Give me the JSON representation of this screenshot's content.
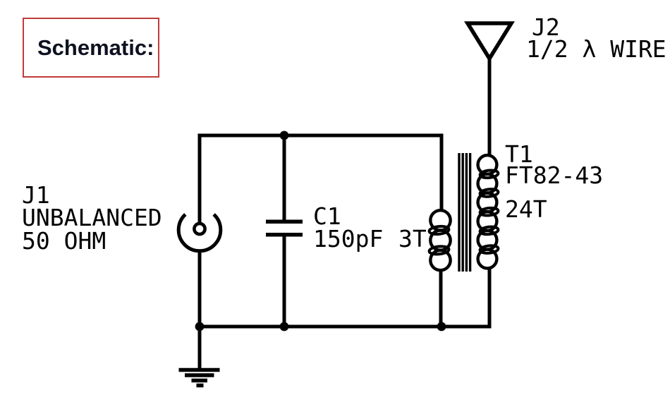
{
  "title": {
    "label": "Schematic:"
  },
  "colors": {
    "wire": "#000000",
    "box_border": "#c13b3b",
    "title_text": "#0d1120",
    "background": "#ffffff"
  },
  "components": {
    "j1": {
      "ref": "J1",
      "desc1": "UNBALANCED",
      "desc2": "50 OHM"
    },
    "c1": {
      "ref": "C1",
      "value": "150pF"
    },
    "t1": {
      "ref": "T1",
      "core": "FT82-43",
      "secondary_turns": "24T",
      "primary_turns": "3T"
    },
    "j2": {
      "ref": "J2",
      "desc": "1/2 λ WIRE"
    }
  }
}
